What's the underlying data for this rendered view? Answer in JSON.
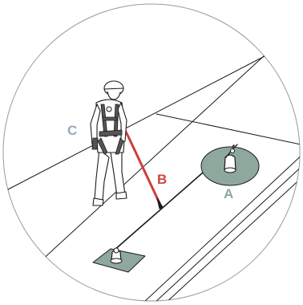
{
  "labels": {
    "a": "A",
    "b": "B",
    "c": "C"
  },
  "colors": {
    "outline": "#1a1a1a",
    "frame": "#9a9a9a",
    "anchor_fill": "#8fa89e",
    "lanyard": "#c9413a",
    "label_a": "#8fa89e",
    "label_b": "#d0453c",
    "label_c": "#9aa9bb",
    "background": "#ffffff"
  },
  "icons": {
    "worker": "person-with-harness-icon",
    "anchor_round": "roof-anchor-round-base-icon",
    "anchor_square": "roof-anchor-square-base-icon"
  }
}
